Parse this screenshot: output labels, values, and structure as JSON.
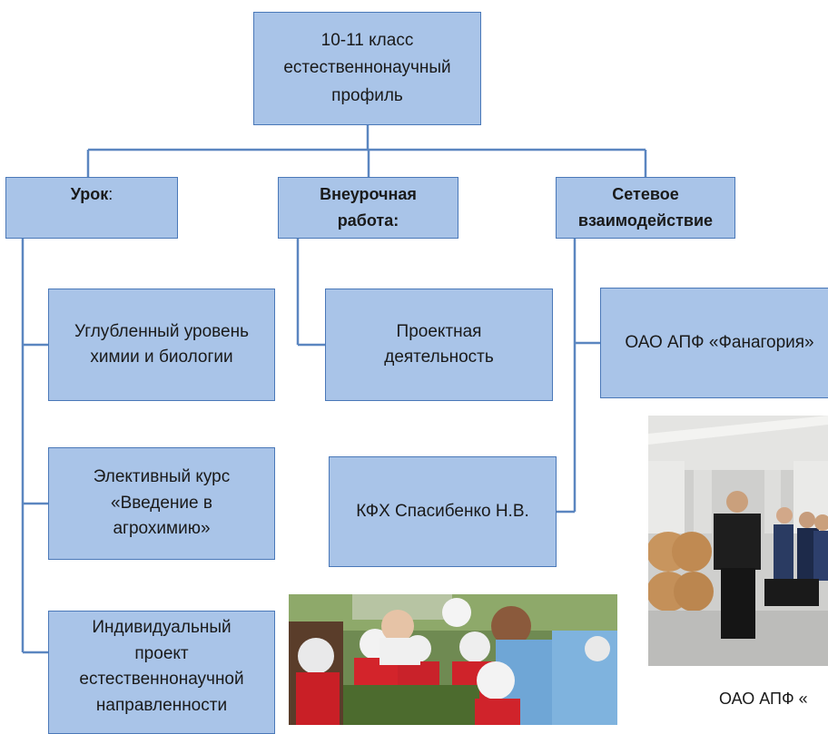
{
  "root": {
    "lines": [
      "10-11 класс",
      "естественнонаучный",
      "профиль"
    ]
  },
  "categories": {
    "lesson": {
      "bold": "Урок",
      "suffix": ":"
    },
    "extracurricular": {
      "lines": [
        "Внеурочная",
        "работа:"
      ]
    },
    "network": {
      "lines": [
        "Сетевое",
        "взаимодействие"
      ]
    }
  },
  "items": {
    "in_depth": {
      "lines": [
        "Углубленный уровень",
        "химии и биологии"
      ]
    },
    "elective": {
      "lines": [
        "Элективный курс",
        "«Введение в",
        "агрохимию»"
      ]
    },
    "individual": {
      "lines": [
        "Индивидуальный",
        "проект",
        "естественнонаучной",
        "направленности"
      ]
    },
    "project": {
      "lines": [
        "Проектная",
        "деятельность"
      ]
    },
    "farm": {
      "lines": [
        "КФХ Спасибенко Н.В."
      ]
    },
    "fanagoria": {
      "lines": [
        "ОАО АПФ «Фанагория»"
      ]
    }
  },
  "photo_caption": "ОАО АПФ «",
  "colors": {
    "box_fill": "#a9c4e8",
    "box_border": "#4a78b8",
    "connector": "#5b86c0"
  }
}
